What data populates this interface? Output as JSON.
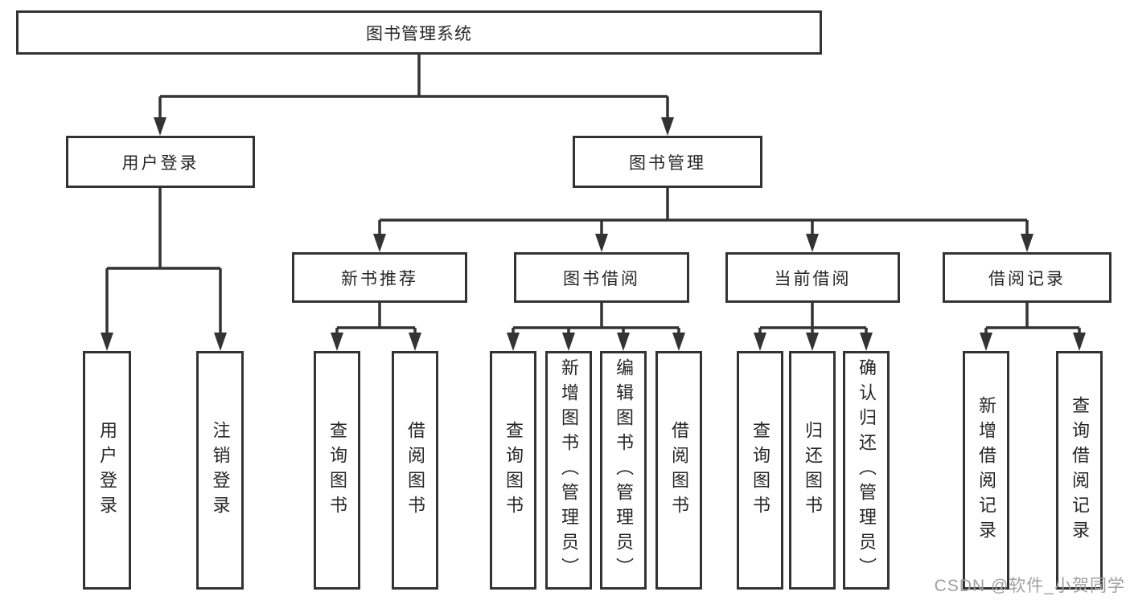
{
  "colors": {
    "line": "#333333",
    "box_fill": "#ffffff",
    "text": "#262626",
    "watermark": "#a0a0a0",
    "background": "#ffffff"
  },
  "tree": {
    "root": {
      "label": "图书管理系统"
    },
    "level2": [
      {
        "label": "用户登录"
      },
      {
        "label": "图书管理"
      }
    ],
    "level3": [
      {
        "label": "新书推荐",
        "parent": "图书管理"
      },
      {
        "label": "图书借阅",
        "parent": "图书管理"
      },
      {
        "label": "当前借阅",
        "parent": "图书管理"
      },
      {
        "label": "借阅记录",
        "parent": "图书管理"
      }
    ],
    "leaves": [
      {
        "label": "用户登录",
        "parent": "用户登录"
      },
      {
        "label": "注销登录",
        "parent": "用户登录"
      },
      {
        "label": "查询图书",
        "parent": "新书推荐"
      },
      {
        "label": "借阅图书",
        "parent": "新书推荐"
      },
      {
        "label": "查询图书",
        "parent": "图书借阅"
      },
      {
        "label": "新增图书（管理员）",
        "parent": "图书借阅"
      },
      {
        "label": "编辑图书（管理员）",
        "parent": "图书借阅"
      },
      {
        "label": "借阅图书",
        "parent": "图书借阅"
      },
      {
        "label": "查询图书",
        "parent": "当前借阅"
      },
      {
        "label": "归还图书",
        "parent": "当前借阅"
      },
      {
        "label": "确认归还（管理员）",
        "parent": "当前借阅"
      },
      {
        "label": "新增借阅记录",
        "parent": "借阅记录"
      },
      {
        "label": "查询借阅记录",
        "parent": "借阅记录"
      }
    ]
  },
  "watermark": {
    "text": "CSDN @软件_小贺同学"
  }
}
